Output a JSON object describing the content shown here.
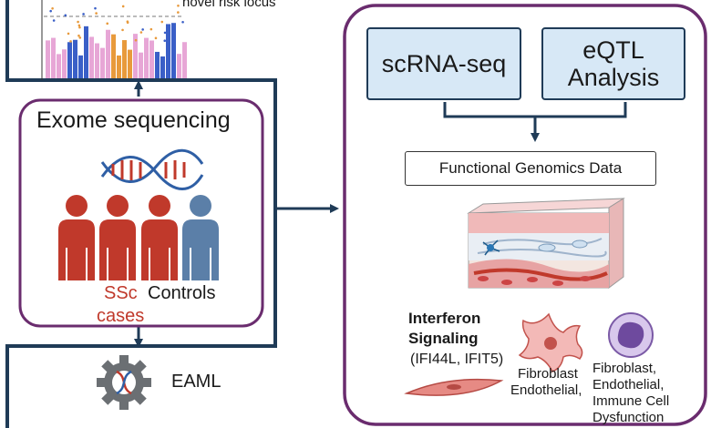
{
  "top_panel": {
    "annotation": "novel risk locus"
  },
  "exome_panel": {
    "title": "Exome sequencing",
    "cases_label_line1": "SSc",
    "cases_label_line2": "cases",
    "controls_label": "Controls"
  },
  "eaml": {
    "label": "EAML"
  },
  "right_panel": {
    "assays": [
      {
        "label": "scRNA-seq"
      },
      {
        "label_line1": "eQTL",
        "label_line2": "Analysis"
      }
    ],
    "functional_genomics": "Functional Genomics Data",
    "interferon": {
      "title_line1": "Interferon",
      "title_line2": "Signaling",
      "genes": "(IFI44L, IFIT5)"
    },
    "fibroblast_label_line1": "Fibroblast",
    "fibroblast_label_line2": "Endothelial,",
    "dysfunction_label_line1": "Fibroblast,",
    "dysfunction_label_line2": "Endothelial,",
    "dysfunction_label_line3": "Immune Cell",
    "dysfunction_label_line4": "Dysfunction"
  },
  "colors": {
    "panel_border": "#6a2c6e",
    "navy": "#1f3b57",
    "case_red": "#c0392b",
    "control_blue": "#5b7fa8",
    "manhattan_pink": "#e7a6d6",
    "manhattan_blue": "#3a5fc7",
    "manhattan_orange": "#e89a3c"
  }
}
